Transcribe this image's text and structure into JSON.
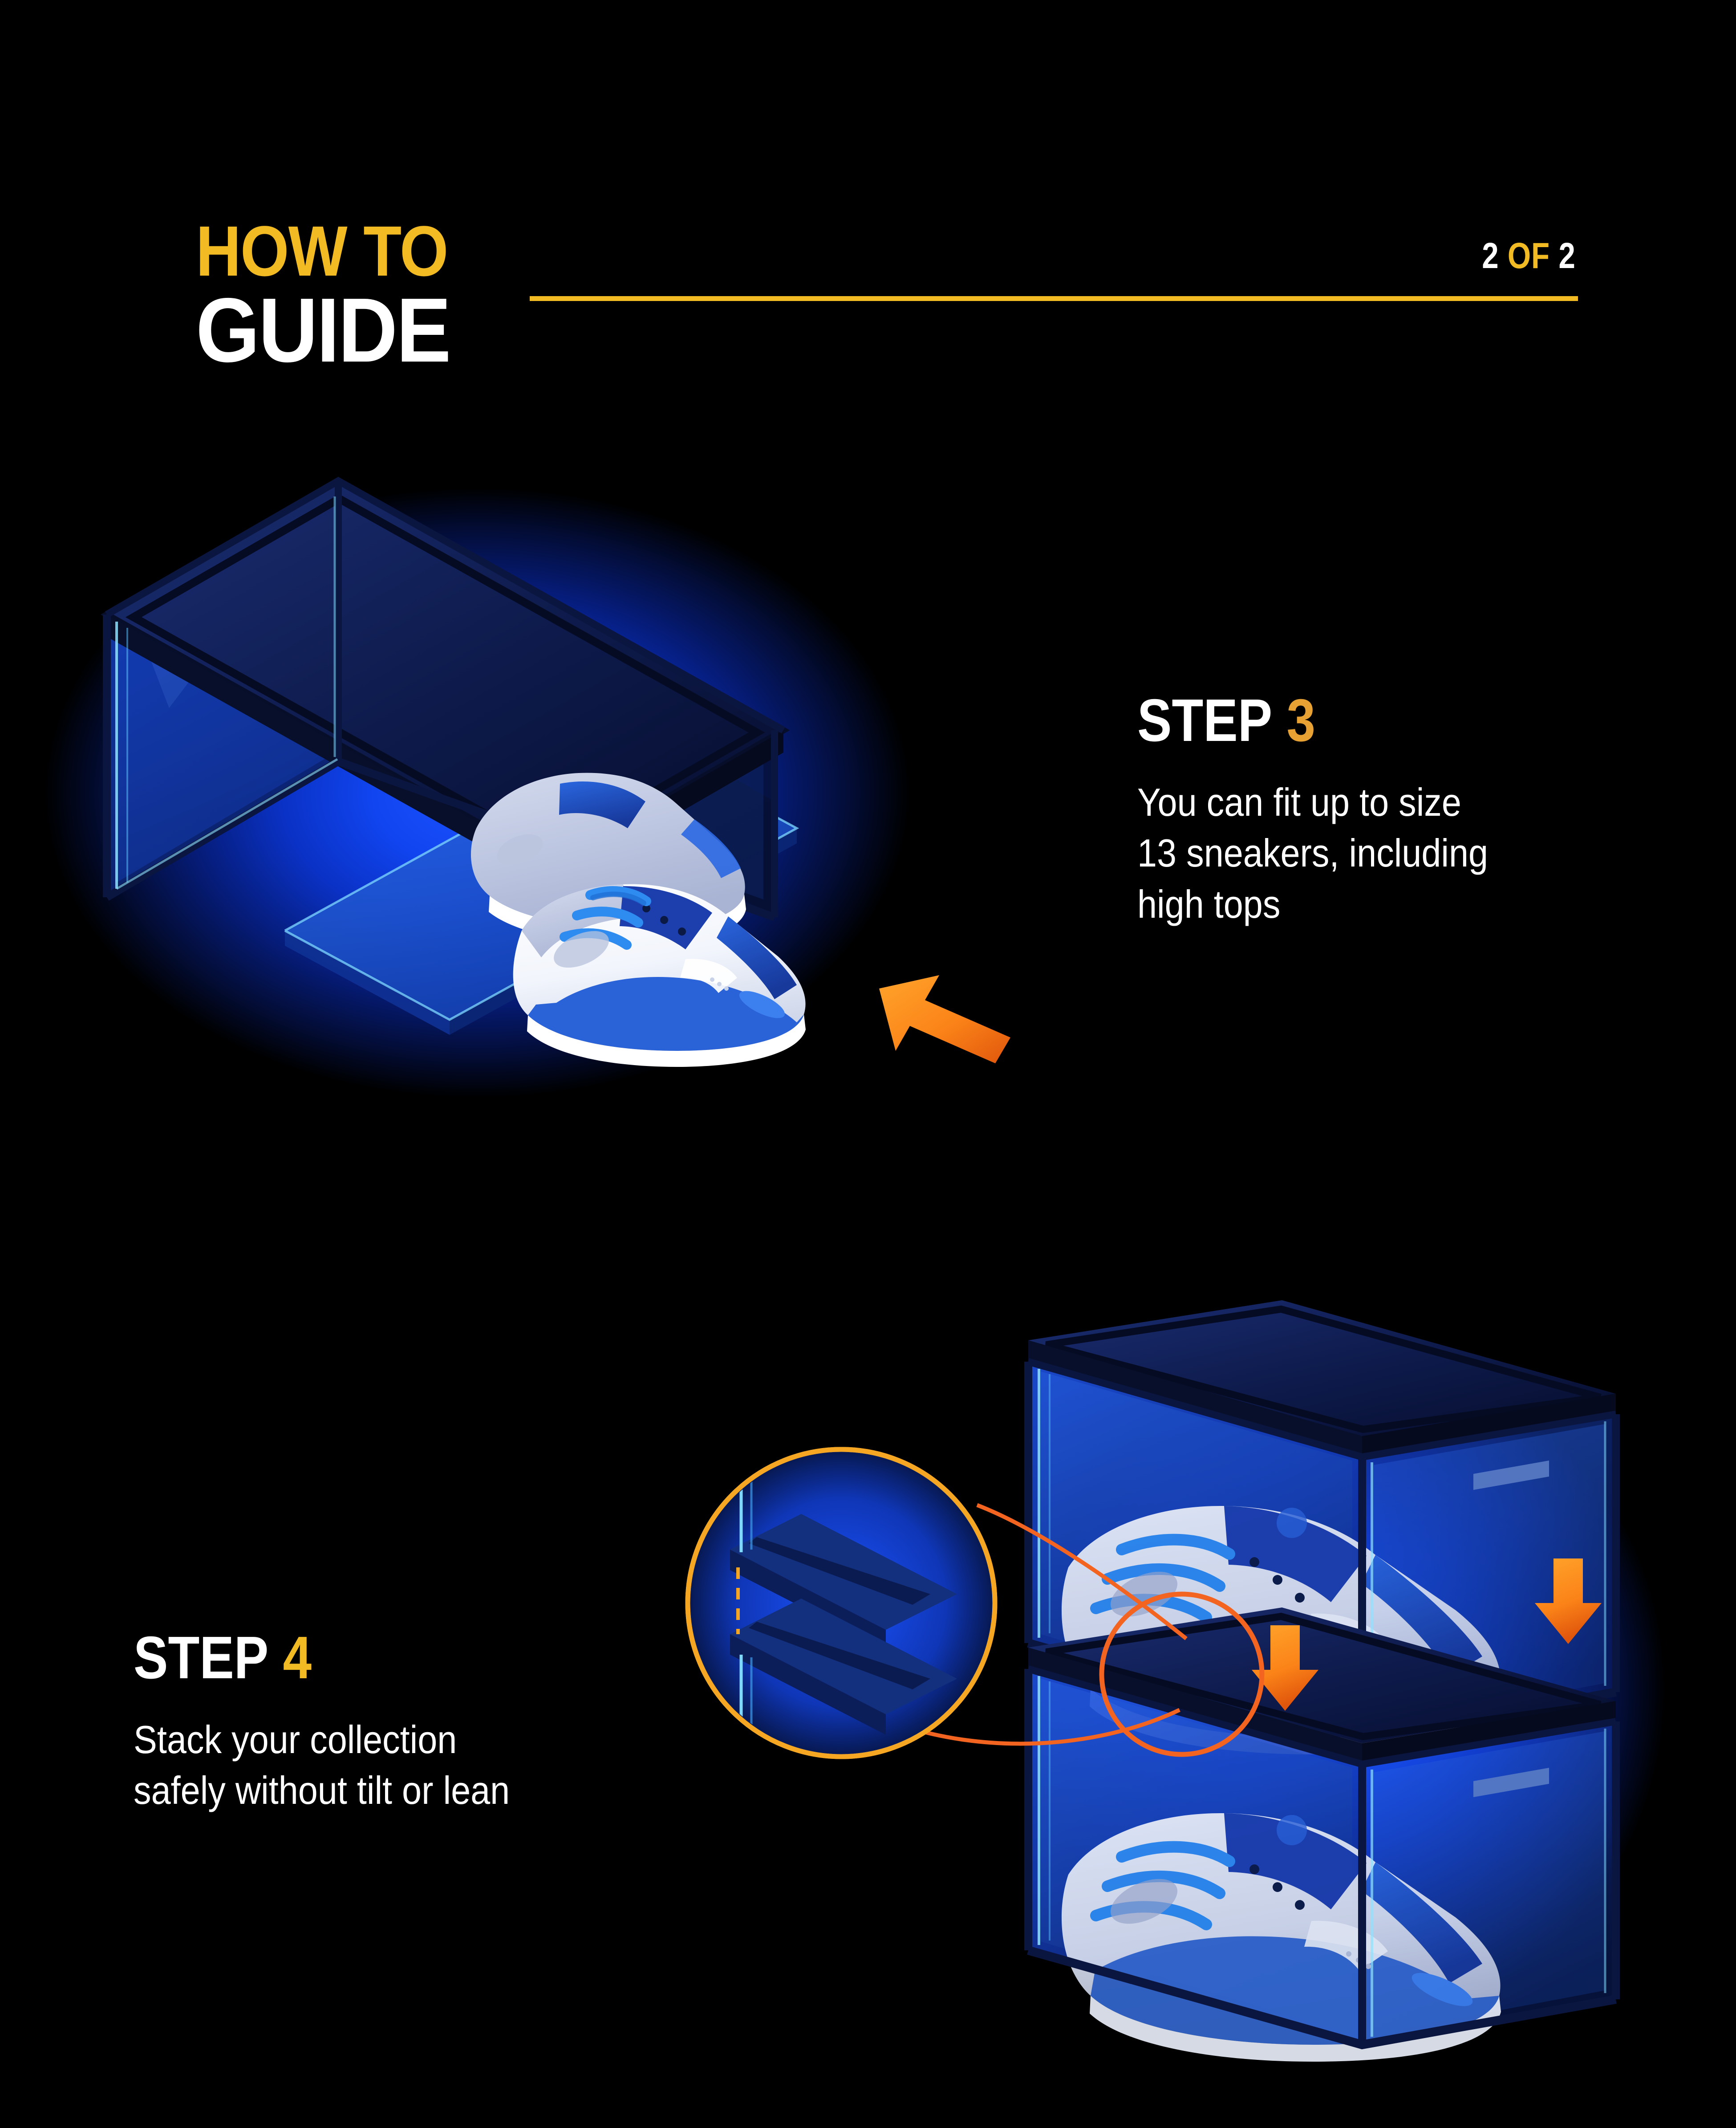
{
  "header": {
    "title_line1": "HOW TO",
    "title_line2": "GUIDE",
    "pager_num": "2",
    "pager_of": "OF",
    "pager_total": "2",
    "accent_yellow": "#F2BB23",
    "text_white": "#FFFFFF"
  },
  "steps": [
    {
      "label_word": "STEP",
      "label_number": "3",
      "number_color": "#E8A133",
      "body": "You can fit up to size\n13 sneakers, including\nhigh tops",
      "illustration": "shoe-box-open-with-sneakers-on-drawer",
      "annotation_icon": "orange-arrow-up-left"
    },
    {
      "label_word": "STEP",
      "label_number": "4",
      "number_color": "#F2BB23",
      "body": "Stack your collection\nsafely without tilt or lean",
      "illustration": "two-stacked-shoe-boxes-with-sneakers",
      "annotation_icon": "orange-arrow-down",
      "callout": "magnifier-circle-interlock-detail"
    }
  ],
  "palette": {
    "background": "#000000",
    "glow_blue": "#1145F0",
    "glow_blue_bright": "#1B53FF",
    "glow_blue_deep": "#061C79",
    "box_frame_dark": "#0A1233",
    "box_panel_blue": "#1E4FD8",
    "box_panel_blue_dark": "#13308F",
    "edge_cyan": "#7FD9FF",
    "arrow_orange": "#FF8A1E",
    "arrow_orange_dark": "#E8650F",
    "callout_yellow": "#F5A623",
    "callout_red_orange": "#F04A23",
    "shoe_white": "#FFFFFF",
    "shoe_grey": "#C3CADF",
    "shoe_blue": "#2060D8",
    "shoe_blue_dark": "#1538AE",
    "lace_blue": "#2E8BF0"
  }
}
